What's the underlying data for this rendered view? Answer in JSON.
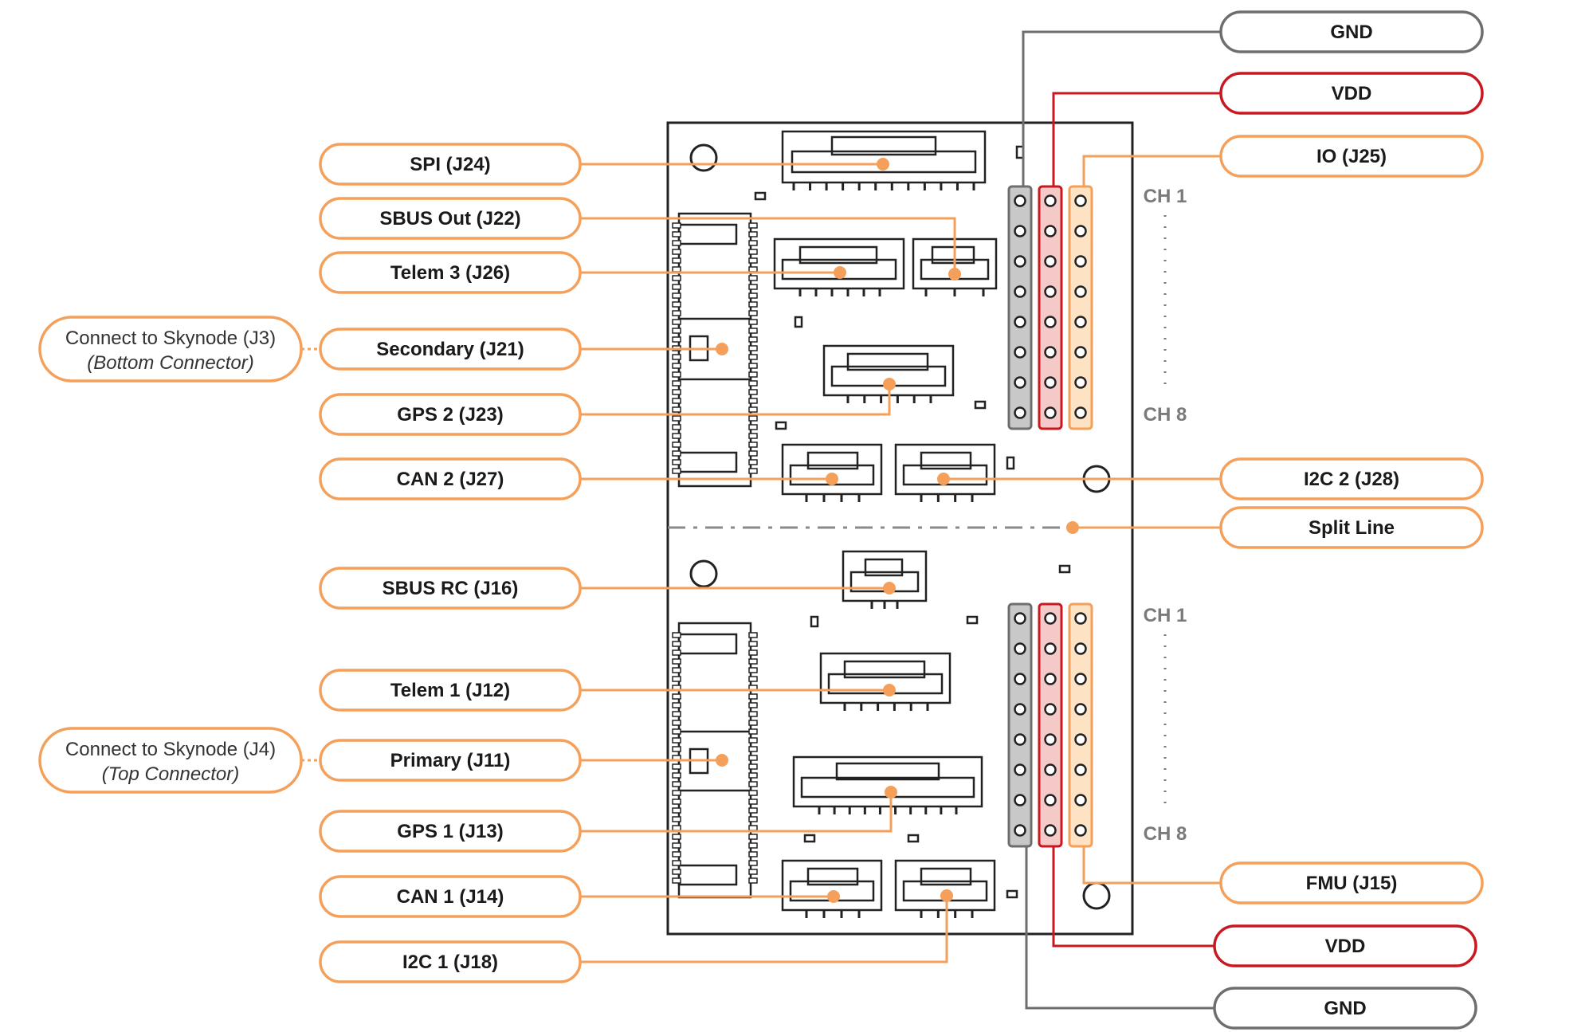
{
  "colors": {
    "orange": "#f4a05a",
    "red": "#c81820",
    "gray": "#6e6e6e",
    "pin_gray_fill": "#c8c8c8",
    "pin_red_fill": "#f6c9c9",
    "pin_io_fill": "#fde3c4",
    "board_stroke": "#222222"
  },
  "labels": {
    "spi": "SPI (J24)",
    "sbus_out": "SBUS Out (J22)",
    "telem3": "Telem 3 (J26)",
    "secondary": "Secondary (J21)",
    "gps2": "GPS 2 (J23)",
    "can2": "CAN 2 (J27)",
    "sbus_rc": "SBUS RC (J16)",
    "telem1": "Telem 1 (J12)",
    "primary": "Primary (J11)",
    "gps1": "GPS 1 (J13)",
    "can1": "CAN 1 (J14)",
    "i2c1": "I2C 1 (J18)",
    "gnd_top": "GND",
    "vdd_top": "VDD",
    "io": "IO (J25)",
    "i2c2": "I2C 2 (J28)",
    "split": "Split Line",
    "fmu": "FMU (J15)",
    "vdd_bottom": "VDD",
    "gnd_bottom": "GND"
  },
  "side_notes": {
    "top": {
      "line1": "Connect to Skynode (J3)",
      "line2": "(Bottom Connector)"
    },
    "bottom": {
      "line1": "Connect to Skynode (J4)",
      "line2": "(Top Connector)"
    }
  },
  "channels": {
    "top_first": "CH 1",
    "top_last": "CH 8",
    "bottom_first": "CH 1",
    "bottom_last": "CH 8"
  }
}
